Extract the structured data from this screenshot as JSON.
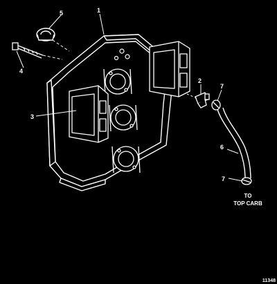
{
  "callouts": {
    "c1": "1",
    "c2": "2",
    "c3": "3",
    "c4": "4",
    "c5": "5",
    "c6": "6",
    "c7a": "7",
    "c7b": "7"
  },
  "hose_note": {
    "line1": "TO",
    "line2": "TOP CARB"
  },
  "figure_number": "11348"
}
